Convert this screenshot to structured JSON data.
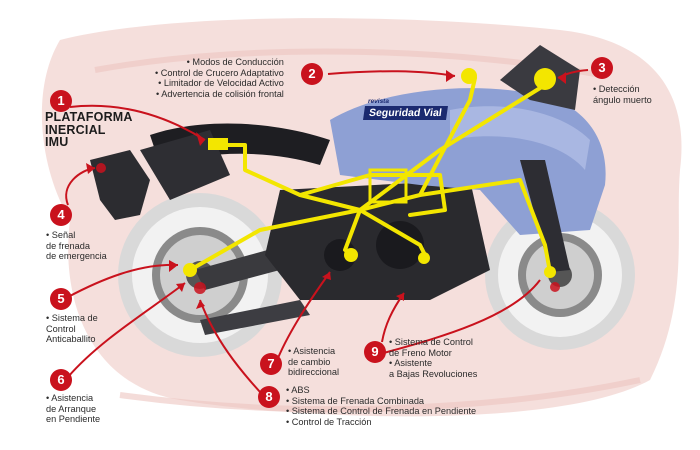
{
  "brand": {
    "top": "revista",
    "main": "Seguridad Vial"
  },
  "items": [
    {
      "num": "1",
      "lines": [
        "PLATAFORMA",
        "INERCIAL",
        "IMU"
      ]
    },
    {
      "num": "2",
      "lines": [
        "• Modos de Conducción",
        "• Control de Crucero Adaptativo",
        "• Limitador de Velocidad Activo",
        "• Advertencia de colisión frontal"
      ]
    },
    {
      "num": "3",
      "lines": [
        "• Detección",
        "ángulo muerto"
      ]
    },
    {
      "num": "4",
      "lines": [
        "• Señal",
        "de frenada",
        "de emergencia"
      ]
    },
    {
      "num": "5",
      "lines": [
        "• Sistema de",
        "Control",
        "Anticaballito"
      ]
    },
    {
      "num": "6",
      "lines": [
        "• Asistencia",
        "de Arranque",
        "en Pendiente"
      ]
    },
    {
      "num": "7",
      "lines": [
        "• Asistencia",
        "de cambio",
        "bidireccional"
      ]
    },
    {
      "num": "8",
      "lines": [
        "• ABS",
        "• Sistema de Frenada Combinada",
        "• Sistema de Control de Frenada en Pendiente",
        "• Control de Tracción"
      ]
    },
    {
      "num": "9",
      "lines": [
        "• Sistema de Control",
        "de Freno Motor",
        "• Asistente",
        "a Bajas Revoluciones"
      ]
    }
  ],
  "colors": {
    "accent": "#c9121d",
    "wiring": "#f3e600",
    "background_wash": "#f3d9d6",
    "fairing": "#8ea0d4",
    "body": "#2a2a2e"
  }
}
